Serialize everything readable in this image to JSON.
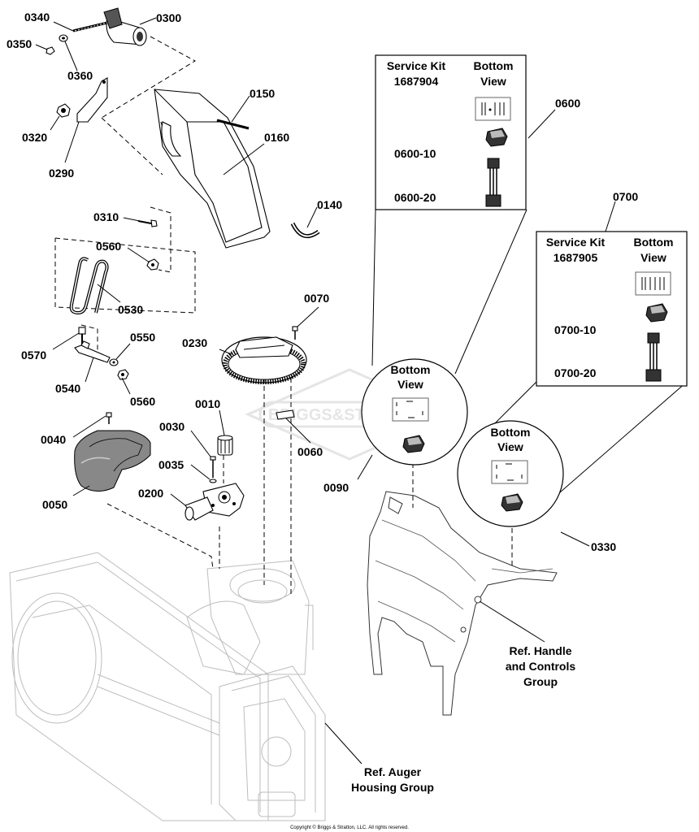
{
  "labels": {
    "p0340": "0340",
    "p0300": "0300",
    "p0350": "0350",
    "p0360": "0360",
    "p0320": "0320",
    "p0290": "0290",
    "p0150": "0150",
    "p0160": "0160",
    "p0140": "0140",
    "p0310": "0310",
    "p0560a": "0560",
    "p0530": "0530",
    "p0570": "0570",
    "p0550": "0550",
    "p0540": "0540",
    "p0560b": "0560",
    "p0070": "0070",
    "p0230": "0230",
    "p0010": "0010",
    "p0030": "0030",
    "p0035": "0035",
    "p0040": "0040",
    "p0050": "0050",
    "p0200": "0200",
    "p0060": "0060",
    "p0090": "0090",
    "p0330": "0330",
    "p0600": "0600",
    "p0700": "0700",
    "p0600_10": "0600-10",
    "p0600_20": "0600-20",
    "p0700_10": "0700-10",
    "p0700_20": "0700-20"
  },
  "kit1": {
    "title_line1": "Service Kit",
    "title_line2": "1687904",
    "view_line1": "Bottom",
    "view_line2": "View"
  },
  "kit2": {
    "title_line1": "Service Kit",
    "title_line2": "1687905",
    "view_line1": "Bottom",
    "view_line2": "View"
  },
  "bottom_view_0090": {
    "line1": "Bottom",
    "line2": "View"
  },
  "bottom_view_0330": {
    "line1": "Bottom",
    "line2": "View"
  },
  "refs": {
    "handle_line1": "Ref. Handle",
    "handle_line2": "and Controls",
    "handle_line3": "Group",
    "auger_line1": "Ref. Auger",
    "auger_line2": "Housing Group"
  },
  "watermark": "BRIGGS&STRATTON",
  "copyright": "Copyright © Briggs & Stratton, LLC. All rights reserved."
}
